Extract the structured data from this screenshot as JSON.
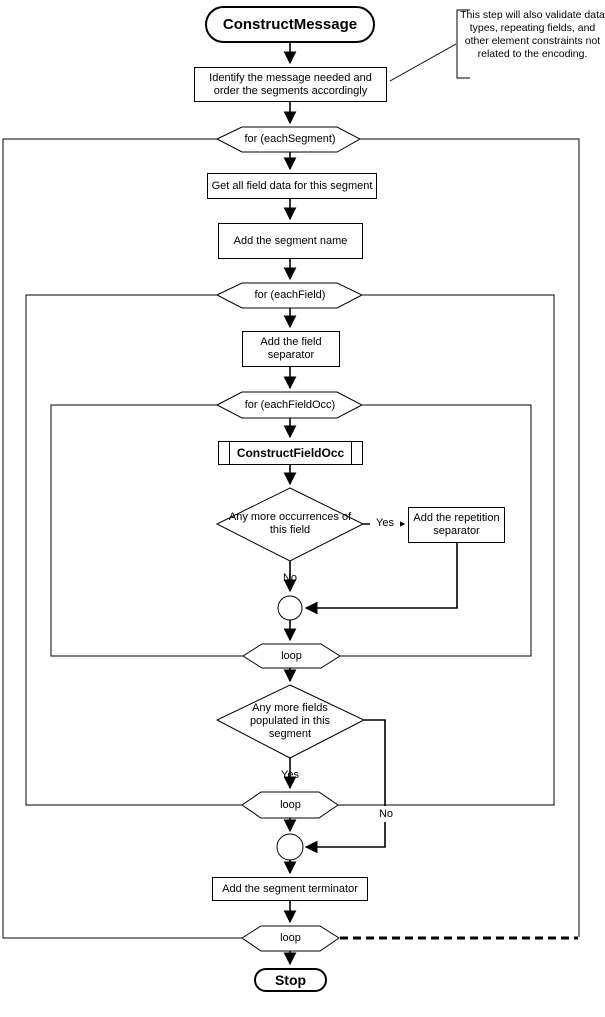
{
  "diagram": {
    "nodes": {
      "start": "ConstructMessage",
      "identify": "Identify the message needed and order the segments accordingly",
      "for_each_segment": "for (eachSegment)",
      "get_field_data": "Get all field data for this segment",
      "add_segment_name": "Add the segment name",
      "for_each_field": "for (eachField)",
      "add_field_separator": "Add the field separator",
      "for_each_field_occ": "for (eachFieldOcc)",
      "construct_field_occ": "ConstructFieldOcc",
      "decision_occurrences": "Any more occurrences of this field",
      "add_repetition_separator": "Add the repetition separator",
      "loop_field_occ": "loop",
      "decision_fields": "Any more fields populated in this segment",
      "loop_field": "loop",
      "add_segment_terminator": "Add the segment terminator",
      "loop_segment": "loop",
      "stop": "Stop"
    },
    "edge_labels": {
      "occurrences_yes": "Yes",
      "occurrences_no": "No",
      "fields_yes": "Yes",
      "fields_no": "No"
    },
    "note": "This step will also validate data types, repeating fields, and other element constraints not related to the encoding.",
    "colors": {
      "stroke": "#000000",
      "fill": "#ffffff",
      "background": "#ffffff"
    }
  }
}
